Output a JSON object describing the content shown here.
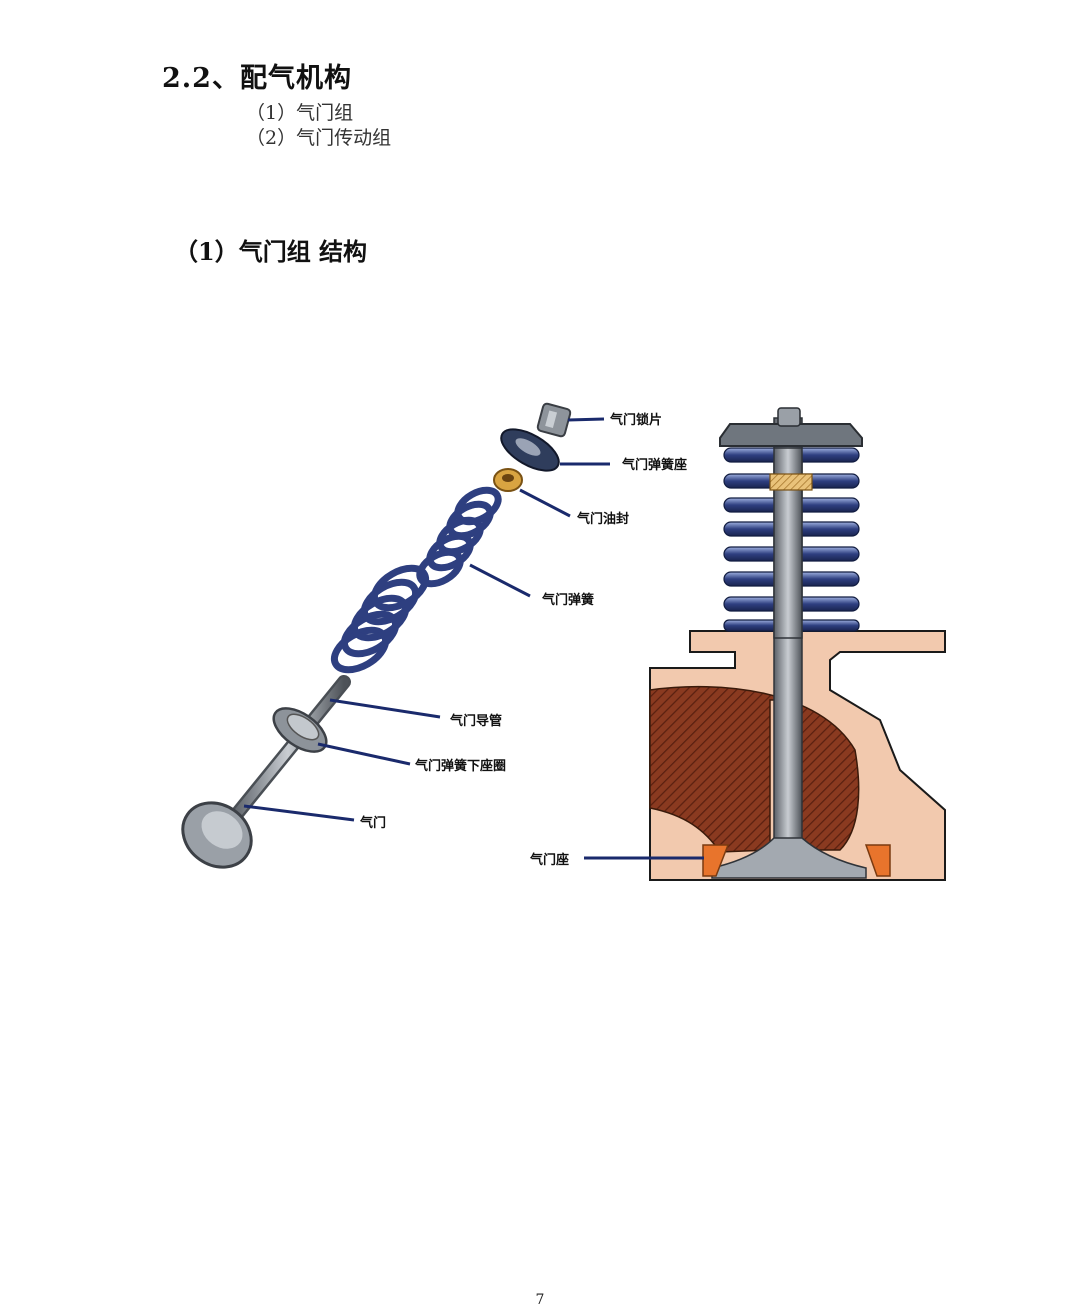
{
  "section": {
    "title": "2.2、配气机构"
  },
  "toc": {
    "item1": "（1）气门组",
    "item2": "（2）气门传动组"
  },
  "subsection": {
    "title": "（1）气门组 结构"
  },
  "figure": {
    "labels": {
      "lock": "气门锁片",
      "spring_seat": "气门弹簧座",
      "oil_seal": "气门油封",
      "spring": "气门弹簧",
      "guide": "气门导管",
      "lower_seat": "气门弹簧下座圈",
      "valve": "气门",
      "valve_seat": "气门座"
    },
    "colors": {
      "head_casting": "#f2c9ae",
      "port_hatch": "#8a3a20",
      "spring_blue": "#2e3f80",
      "seat_insert": "#e8742c",
      "leader": "#1a2a6c",
      "metal": "#8a8f96"
    }
  },
  "footer": {
    "page_number": "7"
  }
}
